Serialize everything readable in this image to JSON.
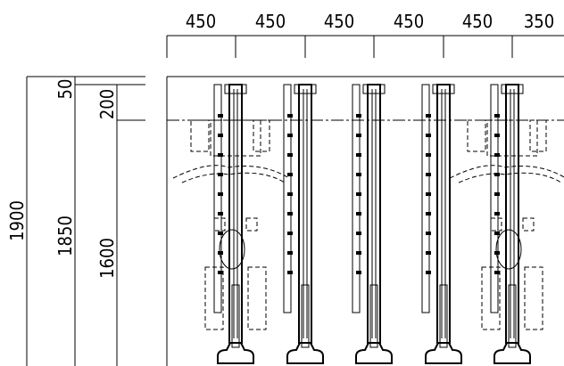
{
  "top_dimensions": [
    "450",
    "450",
    "450",
    "450",
    "450",
    "350"
  ],
  "left_dimensions": {
    "overall": "1900",
    "outer": "1850",
    "top_outer": "50",
    "inner": "1600",
    "top_inner": "200"
  },
  "rack": {
    "bike_count": 5,
    "angled_bikes_at": [
      1,
      5
    ]
  }
}
